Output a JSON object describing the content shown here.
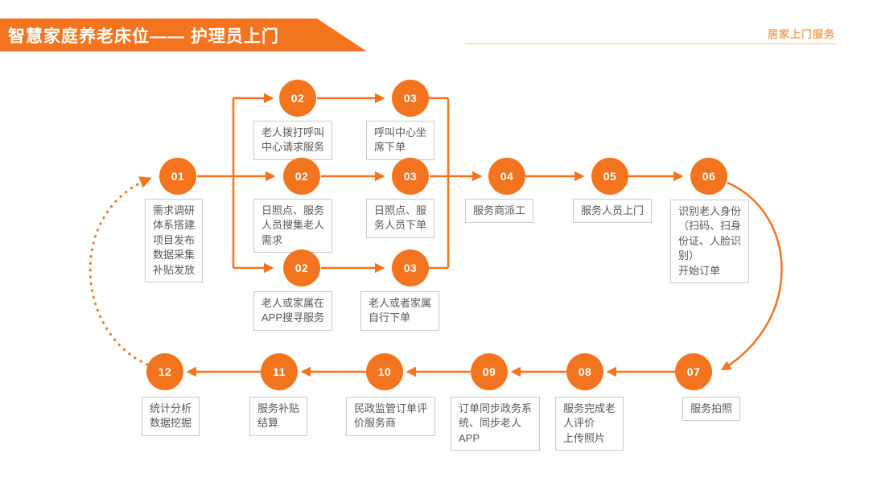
{
  "header": {
    "title": "智慧家庭养老床位—— 护理员上门",
    "corner_label": "居家上门服务"
  },
  "colors": {
    "accent_orange": "#F2741E",
    "light_orange_text": "#F3A25D",
    "header_rule": "#F6C499",
    "box_border": "#C9C9C9",
    "box_text": "#575757"
  },
  "nodes": {
    "step01": {
      "number": "01",
      "label": "需求调研\n体系搭建\n项目发布\n数据采集\n补贴发放"
    },
    "step02_call": {
      "number": "02",
      "label": "老人拨打呼叫\n中心请求服务"
    },
    "step03_call": {
      "number": "03",
      "label": "呼叫中心坐\n席下单"
    },
    "step02_daycare": {
      "number": "02",
      "label": "日照点、服务\n人员搜集老人\n需求"
    },
    "step03_daycare": {
      "number": "03",
      "label": "日照点、服\n务人员下单"
    },
    "step02_app": {
      "number": "02",
      "label": "老人或家属在\nAPP搜寻服务"
    },
    "step03_app": {
      "number": "03",
      "label": "老人或者家属\n自行下单"
    },
    "step04": {
      "number": "04",
      "label": "服务商派工"
    },
    "step05": {
      "number": "05",
      "label": "服务人员上门"
    },
    "step06": {
      "number": "06",
      "label": "识别老人身份\n（扫码、扫身\n份证、人脸识\n别）\n开始订单"
    },
    "step07": {
      "number": "07",
      "label": "服务拍照"
    },
    "step08": {
      "number": "08",
      "label": "服务完成老\n人评价\n上传照片"
    },
    "step09": {
      "number": "09",
      "label": "订单同步政务系\n统、同步老人\nAPP"
    },
    "step10": {
      "number": "10",
      "label": "民政监管订单评\n价服务商"
    },
    "step11": {
      "number": "11",
      "label": "服务补贴\n结算"
    },
    "step12": {
      "number": "12",
      "label": "统计分析\n数据挖掘"
    }
  }
}
